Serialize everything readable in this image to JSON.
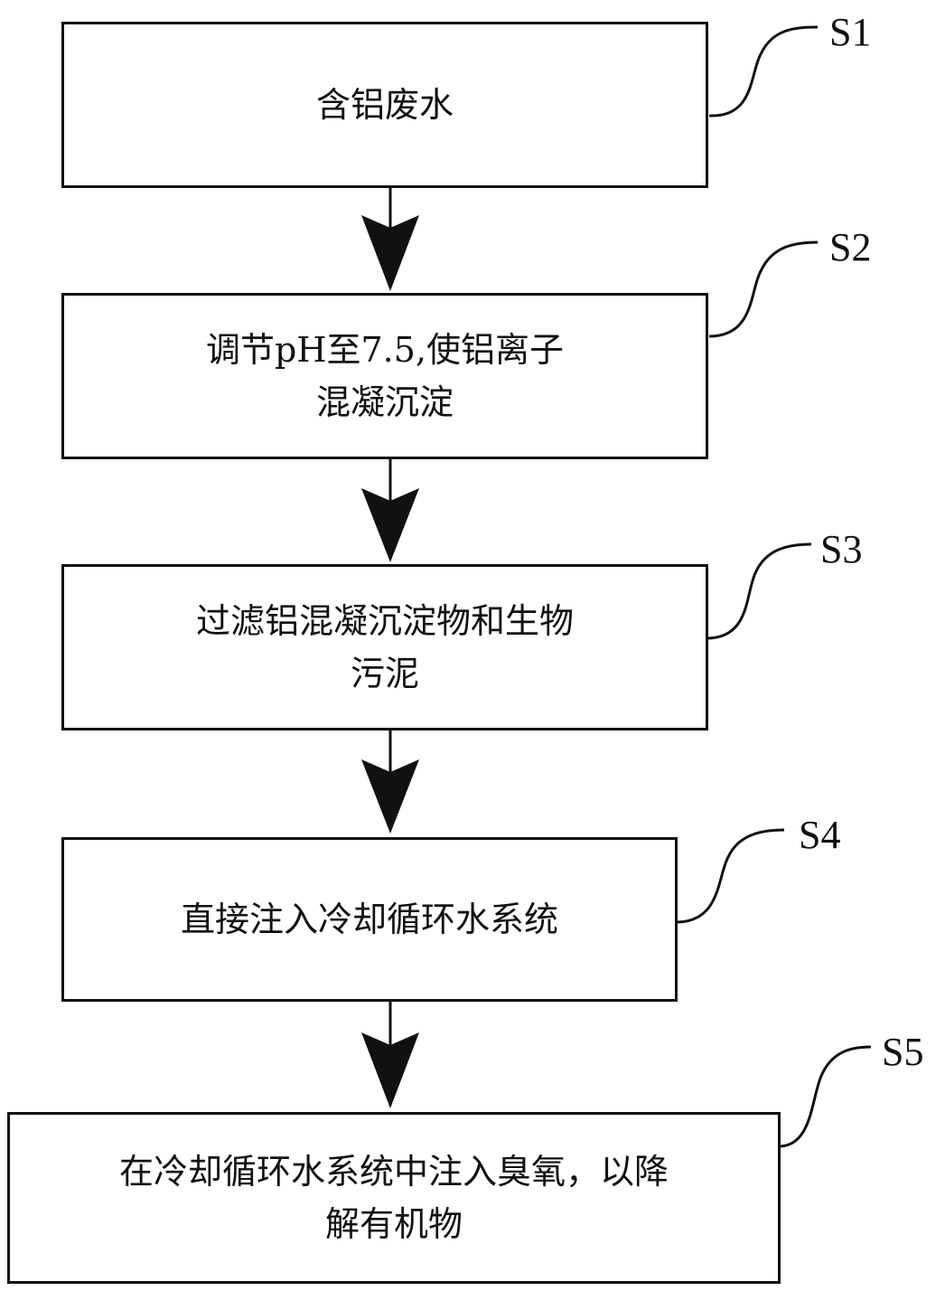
{
  "steps": [
    {
      "id": "S1",
      "text": "含铝废水"
    },
    {
      "id": "S2",
      "text": "调节pH至7.5,使铝离子\n混凝沉淀"
    },
    {
      "id": "S3",
      "text": "过滤铝混凝沉淀物和生物\n污泥"
    },
    {
      "id": "S4",
      "text": "直接注入冷却循环水系统"
    },
    {
      "id": "S5",
      "text": "在冷却循环水系统中注入臭氧，以降\n解有机物"
    }
  ]
}
